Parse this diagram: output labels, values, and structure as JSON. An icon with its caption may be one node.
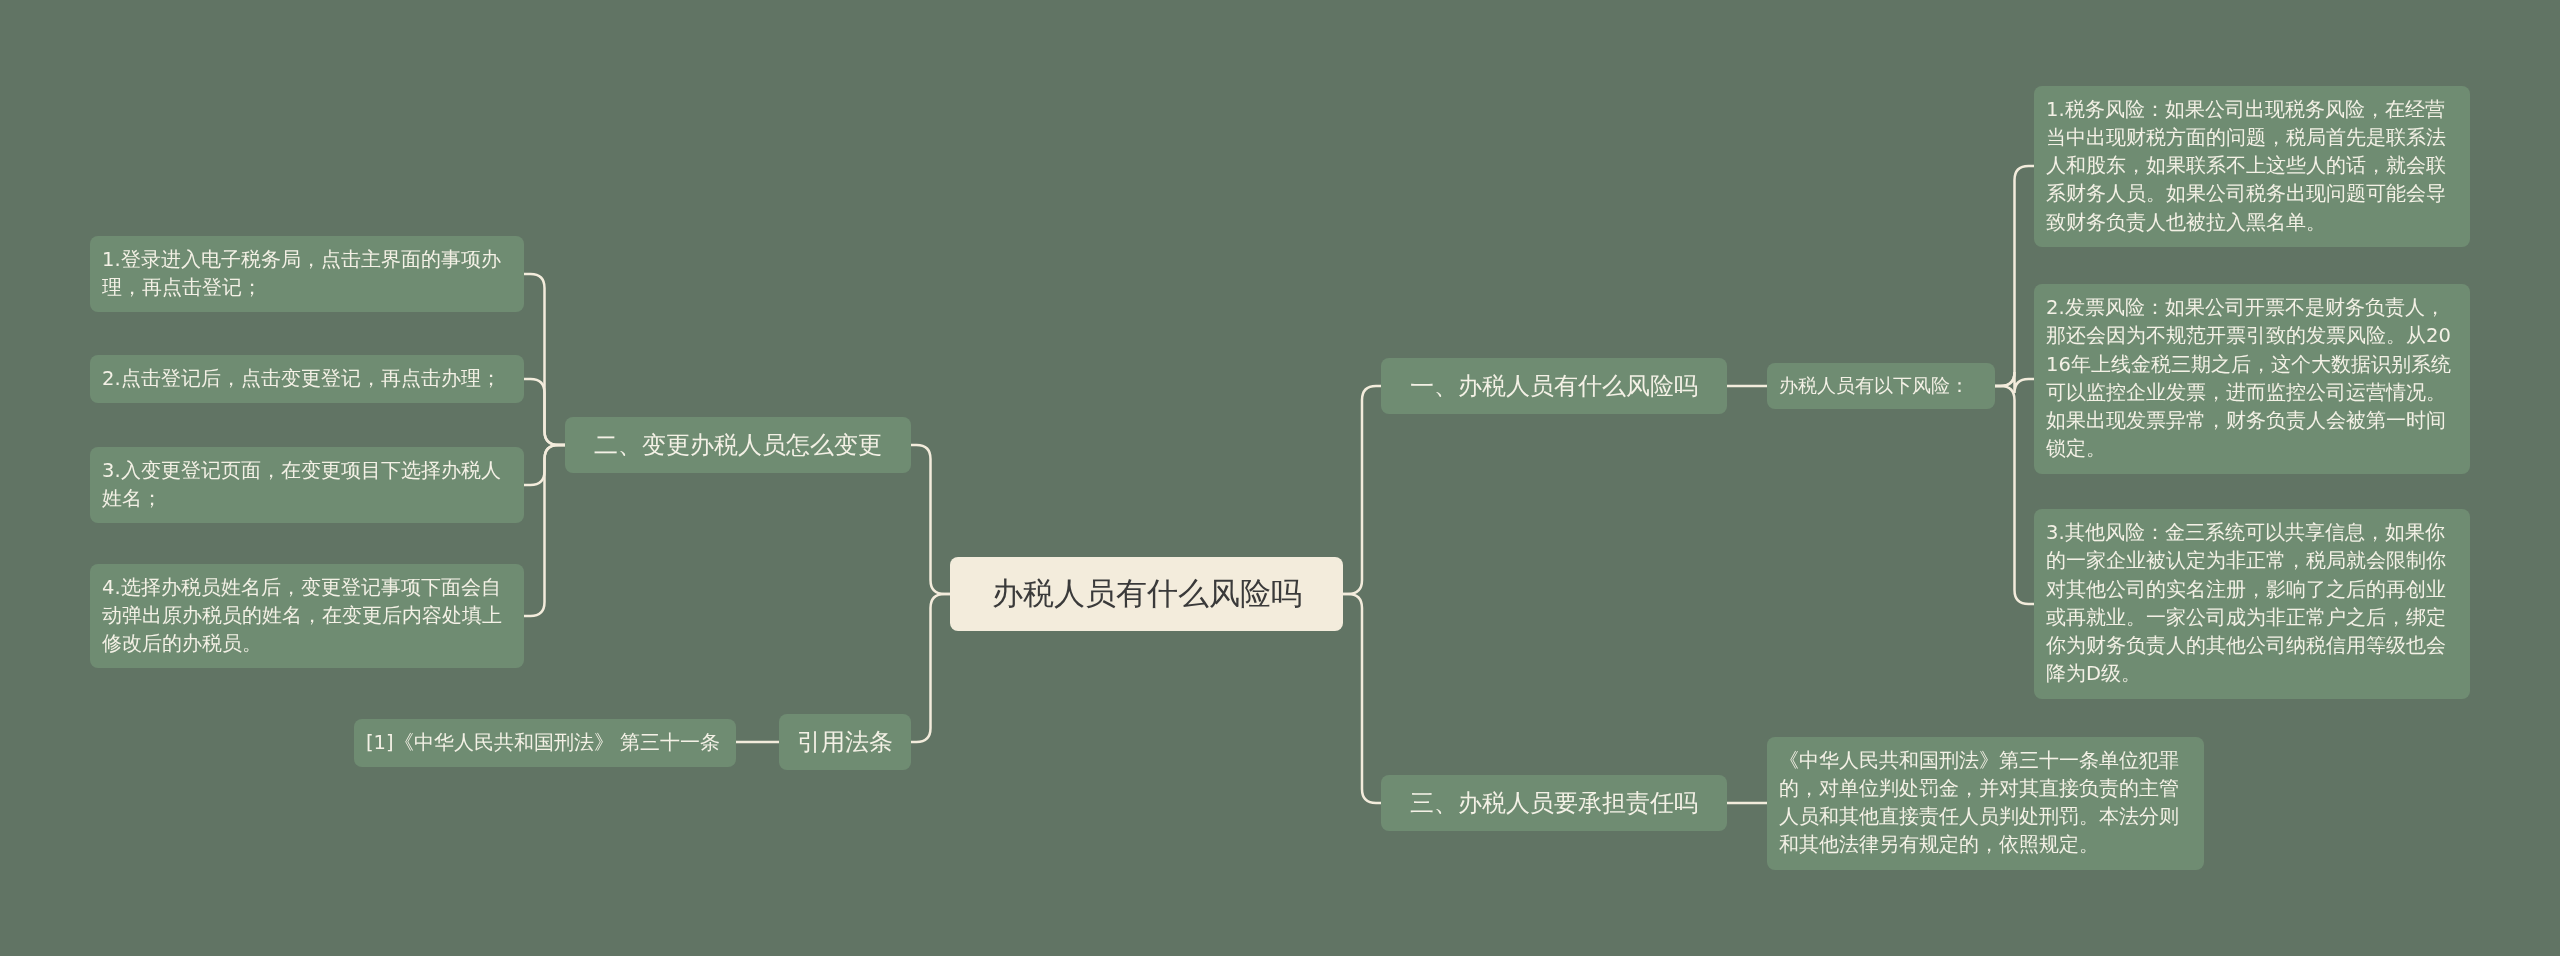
{
  "diagram": {
    "nodes": [
      {
        "text": [
          "办税人员有什么风险吗"
        ]
      },
      {
        "text": [
          "一、办税人员有什么风险吗"
        ]
      },
      {
        "text": [
          "办税人员有以下风险："
        ]
      },
      {
        "text": [
          "1.税务风险：如果公司出现税务风险，在经营当中出现财税方面的问题，税局首先是联系法人和股东，如果联系不上这些人的话，就会联系财务人员。如果公司税务出现问题可能会导致财务负责人也被拉入黑名单。"
        ]
      },
      {
        "text": [
          "2.发票风险：如果公司开票不是财务负责人，那还会因为不规范开票引致的发票风险。从2016年上线金税三期之后，这个大数据识别系统可以监控企业发票，进而监控公司运营情况。如果出现发票异常，财务负责人会被第一时间锁定。"
        ]
      },
      {
        "text": [
          "3.其他风险：金三系统可以共享信息，如果你的一家企业被认定为非正常，税局就会限制你对其他公司的实名注册，影响了之后的再创业或再就业。一家公司成为非正常户之后，绑定你为财务负责人的其他公司纳税信用等级也会降为D级。"
        ]
      },
      {
        "text": [
          "三、办税人员要承担责任吗"
        ]
      },
      {
        "text": [
          "《中华人民共和国刑法》第三十一条单位犯罪的，对单位判处罚金，并对其直接负责的主管人员和其他直接责任人员判处刑罚。本法分则和其他法律另有规定的，依照规定。"
        ]
      },
      {
        "text": [
          "二、变更办税人员怎么变更"
        ]
      },
      {
        "text": [
          "1.登录进入电子税务局，点击主界面的事项办理，再点击登记；"
        ]
      },
      {
        "text": [
          "2.点击登记后，点击变更登记，再点击办理；"
        ]
      },
      {
        "text": [
          "3.入变更登记页面，在变更项目下选择办税人姓名；"
        ]
      },
      {
        "text": [
          "4.选择办税员姓名后，变更登记事项下面会自动弹出原办税员的姓名，在变更后内容处填上修改后的办税员。"
        ]
      },
      {
        "text": [
          "引用法条"
        ]
      },
      {
        "text": [
          "[1]《中华人民共和国刑法》 第三十一条"
        ]
      }
    ],
    "edges": [
      {
        "from": 0,
        "to": 1,
        "arrow": "none"
      },
      {
        "from": 1,
        "to": 2,
        "arrow": "none"
      },
      {
        "from": 2,
        "to": 3,
        "arrow": "none"
      },
      {
        "from": 2,
        "to": 4,
        "arrow": "none"
      },
      {
        "from": 2,
        "to": 5,
        "arrow": "none"
      },
      {
        "from": 0,
        "to": 6,
        "arrow": "none"
      },
      {
        "from": 6,
        "to": 7,
        "arrow": "none"
      },
      {
        "from": 0,
        "to": 8,
        "arrow": "none"
      },
      {
        "from": 8,
        "to": 9,
        "arrow": "none"
      },
      {
        "from": 8,
        "to": 10,
        "arrow": "none"
      },
      {
        "from": 8,
        "to": 11,
        "arrow": "none"
      },
      {
        "from": 8,
        "to": 12,
        "arrow": "none"
      },
      {
        "from": 0,
        "to": 13,
        "arrow": "none"
      },
      {
        "from": 13,
        "to": 14,
        "arrow": "none"
      }
    ]
  }
}
